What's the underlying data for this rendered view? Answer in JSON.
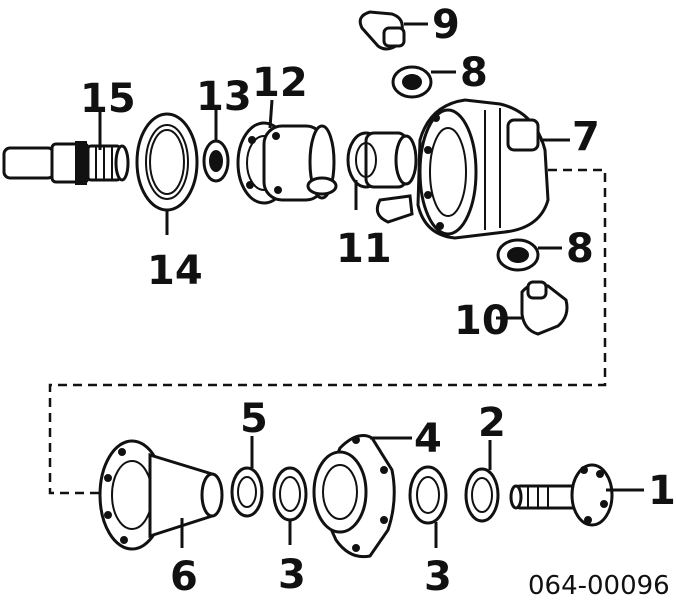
{
  "diagram": {
    "callouts": [
      {
        "id": "1",
        "label": "1"
      },
      {
        "id": "2",
        "label": "2"
      },
      {
        "id": "3a",
        "label": "3"
      },
      {
        "id": "3b",
        "label": "3"
      },
      {
        "id": "4",
        "label": "4"
      },
      {
        "id": "5",
        "label": "5"
      },
      {
        "id": "6",
        "label": "6"
      },
      {
        "id": "7",
        "label": "7"
      },
      {
        "id": "8a",
        "label": "8"
      },
      {
        "id": "8b",
        "label": "8"
      },
      {
        "id": "9",
        "label": "9"
      },
      {
        "id": "10",
        "label": "10"
      },
      {
        "id": "11",
        "label": "11"
      },
      {
        "id": "12",
        "label": "12"
      },
      {
        "id": "13",
        "label": "13"
      },
      {
        "id": "14",
        "label": "14"
      },
      {
        "id": "15",
        "label": "15"
      }
    ],
    "part_code": "064-00096"
  }
}
